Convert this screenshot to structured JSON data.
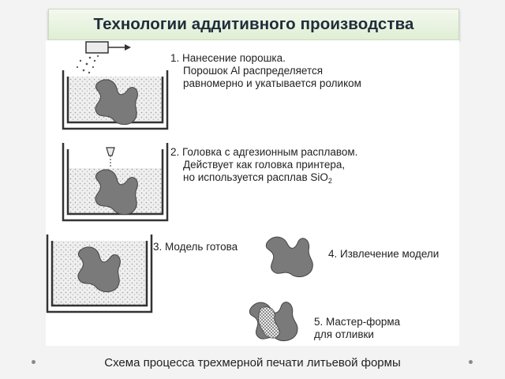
{
  "slide": {
    "title": "Технологии аддитивного производства",
    "caption": "Схема процесса трехмерной печати литьевой формы"
  },
  "steps": [
    {
      "lines": [
        "1. Нанесение порошка.",
        "Порошок Al распределяется",
        "равномерно и укатывается роликом"
      ]
    },
    {
      "lines": [
        "2. Головка с адгезионным расплавом.",
        "Действует как головка принтера,",
        "но используется расплав SiO"
      ],
      "subscript": "2"
    },
    {
      "lines": [
        "3. Модель готова"
      ]
    },
    {
      "lines": [
        "4. Извлечение модели"
      ]
    },
    {
      "lines": [
        "5. Мастер-форма",
        "для отливки"
      ]
    }
  ],
  "colors": {
    "title_bg": "#e6f1dd",
    "model_fill": "#7a7a7a",
    "powder": "#d9d9d9",
    "container": "#333333"
  }
}
